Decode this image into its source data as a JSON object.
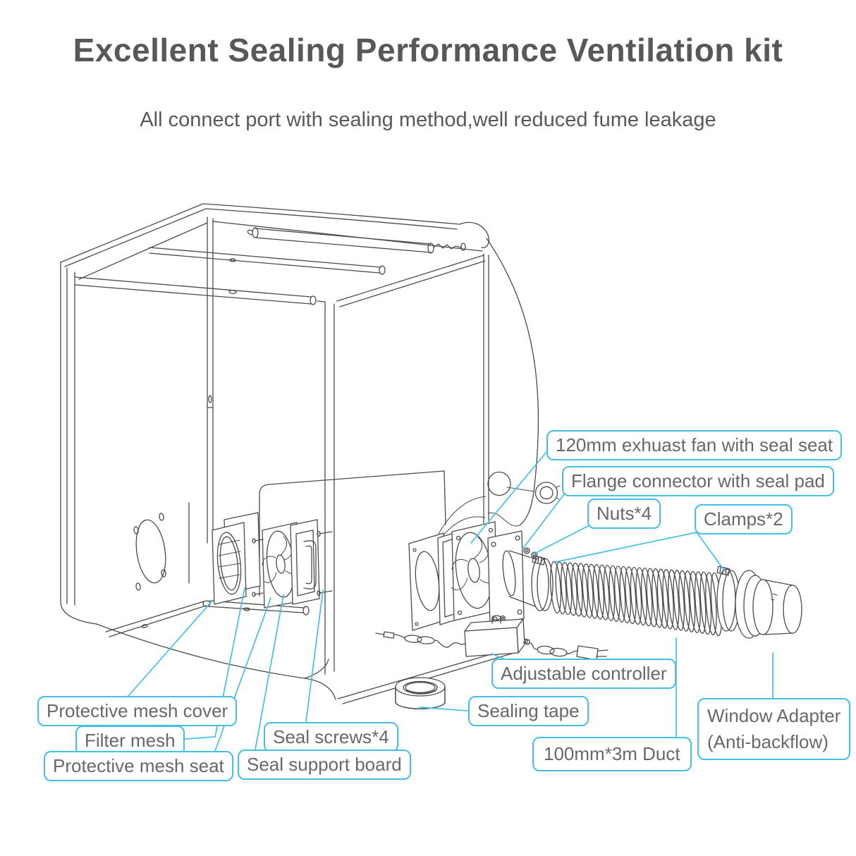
{
  "header": {
    "title": "Excellent Sealing Performance Ventilation kit",
    "subtitle": "All connect port with sealing method,well reduced fume leakage"
  },
  "callouts": {
    "fan": "120mm exhuast fan with seal seat",
    "flange": "Flange connector with seal pad",
    "nuts": "Nuts*4",
    "clamps": "Clamps*2",
    "controller": "Adjustable controller",
    "tape": "Sealing tape",
    "duct": "100mm*3m Duct",
    "window_line1": "Window Adapter",
    "window_line2": "(Anti-backflow)",
    "mesh_cover": "Protective mesh cover",
    "filter_mesh": "Filter mesh",
    "mesh_seat": "Protective mesh seat",
    "seal_screws": "Seal screws*4",
    "support_board": "Seal support board"
  },
  "colors": {
    "accent": "#44bfe5",
    "ink": "#4a4a4a",
    "label_text": "#66686b",
    "title_text": "#57585a"
  }
}
